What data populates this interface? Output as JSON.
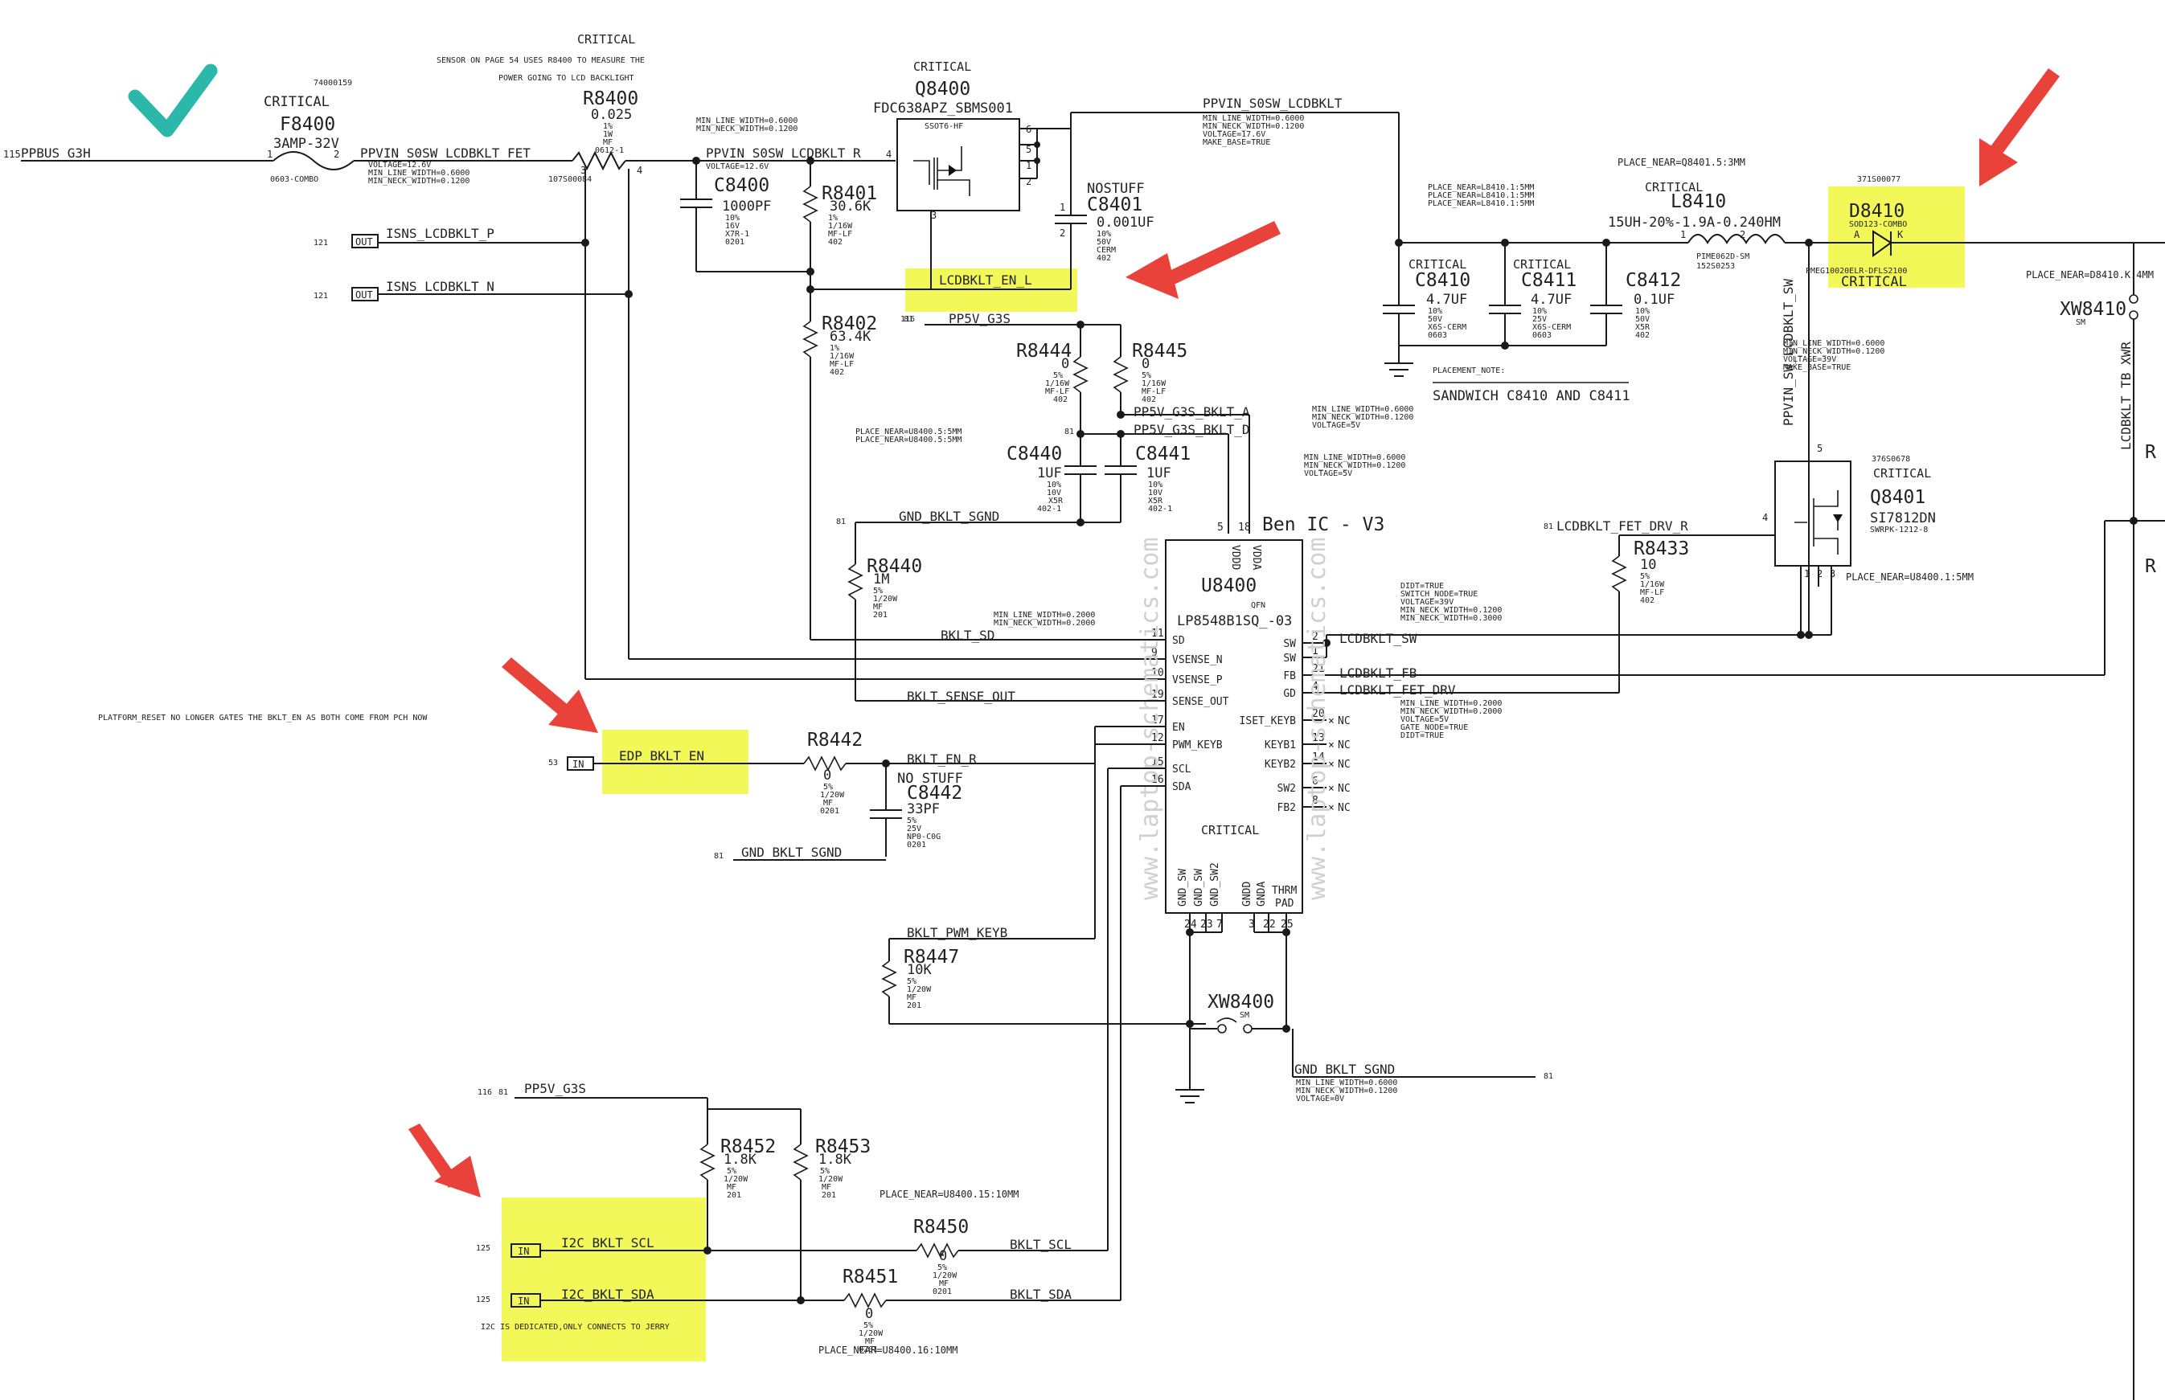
{
  "title": "Ben IC - V3",
  "notes": {
    "critical_top": "CRITICAL",
    "sensor_note_1": "SENSOR ON PAGE 54 USES R8400 TO MEASURE THE",
    "sensor_note_2": "POWER GOING TO LCD BACKLIGHT",
    "platform_reset": "PLATFORM_RESET NO LONGER GATES THE BKLT_EN AS BOTH COME FROM PCH NOW",
    "placement_note": "PLACEMENT_NOTE:",
    "sandwich": "SANDWICH C8410 AND C8411",
    "i2c_note": "I2C IS DEDICATED,ONLY CONNECTS TO JERRY",
    "watermark": "www.laptop-schematics.com"
  },
  "nets": {
    "ppbus": "PPBUS_G3H",
    "ppvin_fet": "PPVIN_S0SW_LCDBKLT_FET",
    "ppvin_r": "PPVIN_S0SW_LCDBKLT_R",
    "ppvin": "PPVIN_S0SW_LCDBKLT",
    "isns_p": "ISNS_LCDBKLT_P",
    "isns_n": "ISNS_LCDBKLT_N",
    "lcdbklt_en_l": "LCDBKLT_EN_L",
    "pp5v_g3s": "PP5V_G3S",
    "pp5v_a": "PP5V_G3S_BKLT_A",
    "pp5v_d": "PP5V_G3S_BKLT_D",
    "gnd_sgnd": "GND_BKLT_SGND",
    "bklt_sd": "BKLT_SD",
    "bklt_sense_out": "BKLT_SENSE_OUT",
    "edp_bklt_en": "EDP_BKLT_EN",
    "bklt_en_r": "BKLT_EN_R",
    "bklt_pwm_keyb": "BKLT_PWM_KEYB",
    "i2c_scl": "I2C_BKLT_SCL",
    "i2c_sda": "I2C_BKLT_SDA",
    "bklt_scl": "BKLT_SCL",
    "bklt_sda": "BKLT_SDA",
    "lcdbklt_sw": "LCDBKLT_SW",
    "lcdbklt_fb": "LCDBKLT_FB",
    "lcdbklt_fet_drv": "LCDBKLT_FET_DRV",
    "lcdbklt_fet_drv_r": "LCDBKLT_FET_DRV_R",
    "ppvin_sw": "PPVIN_SW_LCDBKLT_SW",
    "lcdbklt_tb_xwr": "LCDBKLT_TB_XWR",
    "pp_in": "IN",
    "pp_out": "OUT"
  },
  "constraints": {
    "v12_6": "VOLTAGE=12.6V",
    "min_line_06": "MIN_LINE_WIDTH=0.6000",
    "min_neck_012": "MIN_NECK_WIDTH=0.1200",
    "v17_6": "VOLTAGE=17.6V",
    "make_base": "MAKE_BASE=TRUE",
    "min_line_02": "MIN_LINE_WIDTH=0.2000",
    "min_neck_02": "MIN_NECK_WIDTH=0.2000",
    "v5": "VOLTAGE=5V",
    "v0": "VOLTAGE=0V",
    "v39": "VOLTAGE=39V",
    "didt": "DIDT=TRUE",
    "switch_node": "SWITCH_NODE=TRUE",
    "gate_node": "GATE_NODE=TRUE",
    "min_neck_03": "MIN_NECK_WIDTH=0.3000",
    "place_c8401": "PLACE_NEAR=Q8401.5:3MM",
    "place_l8410a": "PLACE_NEAR=L8410.1:5MM",
    "place_l8410b": "PLACE_NEAR=L8410.1:5MM",
    "place_l8410c": "PLACE_NEAR=L8410.1:5MM",
    "place_u8400_5": "PLACE_NEAR=U8400.5:5MM",
    "place_u8400_5b": "PLACE_NEAR=U8400.5:5MM",
    "place_u8400_1": "PLACE_NEAR=U8400.1:5MM",
    "place_u8400_15": "PLACE_NEAR=U8400.15:10MM",
    "place_u8400_16": "PLACE_NEAR=U8400.16:10MM",
    "place_d8410": "PLACE_NEAR=D8410.K:4MM"
  },
  "components": {
    "f8400": {
      "ref": "F8400",
      "crit": "CRITICAL",
      "val": "3AMP-32V",
      "pn": "74000159",
      "pkg": "0603-COMBO"
    },
    "r8400": {
      "ref": "R8400",
      "val": "0.025",
      "d1": "1%",
      "d2": "1W",
      "d3": "MF",
      "d4": "0612-1",
      "pn": "107S00084"
    },
    "q8400": {
      "ref": "Q8400",
      "crit": "CRITICAL",
      "val": "FDC638APZ_SBMS001",
      "pkg": "SSOT6-HF"
    },
    "c8400": {
      "ref": "C8400",
      "val": "1000PF",
      "d1": "10%",
      "d2": "16V",
      "d3": "X7R-1",
      "d4": "0201"
    },
    "r8401": {
      "ref": "R8401",
      "val": "30.6K",
      "d1": "1%",
      "d2": "1/16W",
      "d3": "MF-LF",
      "d4": "402"
    },
    "c8401": {
      "ref": "C8401",
      "ns": "NOSTUFF",
      "val": "0.001UF",
      "d1": "10%",
      "d2": "50V",
      "d3": "CERM",
      "d4": "402"
    },
    "r8402": {
      "ref": "R8402",
      "val": "63.4K",
      "d1": "1%",
      "d2": "1/16W",
      "d3": "MF-LF",
      "d4": "402"
    },
    "r8444": {
      "ref": "R8444",
      "val": "0",
      "d1": "5%",
      "d2": "1/16W",
      "d3": "MF-LF",
      "d4": "402"
    },
    "r8445": {
      "ref": "R8445",
      "val": "0",
      "d1": "5%",
      "d2": "1/16W",
      "d3": "MF-LF",
      "d4": "402"
    },
    "c8440": {
      "ref": "C8440",
      "val": "1UF",
      "d1": "10%",
      "d2": "10V",
      "d3": "X5R",
      "d4": "402-1"
    },
    "c8441": {
      "ref": "C8441",
      "val": "1UF",
      "d1": "10%",
      "d2": "10V",
      "d3": "X5R",
      "d4": "402-1"
    },
    "r8440": {
      "ref": "R8440",
      "val": "1M",
      "d1": "5%",
      "d2": "1/20W",
      "d3": "MF",
      "d4": "201"
    },
    "r8442": {
      "ref": "R8442",
      "val": "0",
      "d1": "5%",
      "d2": "1/20W",
      "d3": "MF",
      "d4": "0201"
    },
    "c8442": {
      "ref": "C8442",
      "ns": "NO STUFF",
      "val": "33PF",
      "d1": "5%",
      "d2": "25V",
      "d3": "NP0-C0G",
      "d4": "0201"
    },
    "r8447": {
      "ref": "R8447",
      "val": "10K",
      "d1": "5%",
      "d2": "1/20W",
      "d3": "MF",
      "d4": "201"
    },
    "xw8400": {
      "ref": "XW8400",
      "pkg": "SM"
    },
    "r8452": {
      "ref": "R8452",
      "val": "1.8K",
      "d1": "5%",
      "d2": "1/20W",
      "d3": "MF",
      "d4": "201"
    },
    "r8453": {
      "ref": "R8453",
      "val": "1.8K",
      "d1": "5%",
      "d2": "1/20W",
      "d3": "MF",
      "d4": "201"
    },
    "r8450": {
      "ref": "R8450",
      "val": "0",
      "d1": "5%",
      "d2": "1/20W",
      "d3": "MF",
      "d4": "0201"
    },
    "r8451": {
      "ref": "R8451",
      "val": "0",
      "d1": "5%",
      "d2": "1/20W",
      "d3": "MF",
      "d4": "0201"
    },
    "u8400": {
      "ref": "U8400",
      "val": "LP8548B1SQ_-03",
      "pkg": "QFN",
      "crit": "CRITICAL"
    },
    "c8410": {
      "ref": "C8410",
      "crit": "CRITICAL",
      "val": "4.7UF",
      "d1": "10%",
      "d2": "50V",
      "d3": "X6S-CERM",
      "d4": "0603"
    },
    "c8411": {
      "ref": "C8411",
      "crit": "CRITICAL",
      "val": "4.7UF",
      "d1": "10%",
      "d2": "25V",
      "d3": "X6S-CERM",
      "d4": "0603"
    },
    "c8412": {
      "ref": "C8412",
      "val": "0.1UF",
      "d1": "10%",
      "d2": "50V",
      "d3": "X5R",
      "d4": "402"
    },
    "l8410": {
      "ref": "L8410",
      "crit": "CRITICAL",
      "val": "15UH-20%-1.9A-0.240HM",
      "pkg": "PIME062D-SM",
      "pn": "152S0253"
    },
    "d8410": {
      "ref": "D8410",
      "crit": "CRITICAL",
      "val": "PMEG10020ELR-DFLS2100",
      "pkg": "SOD123-COMBO",
      "pn": "371S00077"
    },
    "r8433": {
      "ref": "R8433",
      "val": "10",
      "d1": "5%",
      "d2": "1/16W",
      "d3": "MF-LF",
      "d4": "402"
    },
    "q8401": {
      "ref": "Q8401",
      "crit": "CRITICAL",
      "val": "SI7812DN",
      "pkg": "SWRPK-1212-8",
      "pn": "376S0678"
    },
    "xw8410": {
      "ref": "XW8410",
      "pkg": "SM"
    }
  },
  "u8400_pins_left": [
    {
      "num": "11",
      "name": "SD"
    },
    {
      "num": "9",
      "name": "VSENSE_N"
    },
    {
      "num": "10",
      "name": "VSENSE_P"
    },
    {
      "num": "19",
      "name": "SENSE_OUT"
    },
    {
      "num": "17",
      "name": "EN"
    },
    {
      "num": "12",
      "name": "PWM_KEYB"
    },
    {
      "num": "15",
      "name": "SCL"
    },
    {
      "num": "16",
      "name": "SDA"
    }
  ],
  "u8400_pins_right": [
    {
      "num": "2",
      "name": "SW"
    },
    {
      "num": "1",
      "name": "SW"
    },
    {
      "num": "21",
      "name": "FB"
    },
    {
      "num": "4",
      "name": "GD"
    },
    {
      "num": "20",
      "name": "ISET_KEYB"
    },
    {
      "num": "13",
      "name": "KEYB1"
    },
    {
      "num": "14",
      "name": "KEYB2"
    },
    {
      "num": "6",
      "name": "SW2"
    },
    {
      "num": "8",
      "name": "FB2"
    }
  ],
  "u8400_pins_top": [
    {
      "num": "5",
      "name": "VDDD"
    },
    {
      "num": "18",
      "name": "VDDA"
    }
  ],
  "u8400_pins_bottom": [
    {
      "num": "24",
      "name": "GND_SW"
    },
    {
      "num": "23",
      "name": "GND_SW"
    },
    {
      "num": "7",
      "name": "GND_SW2"
    },
    {
      "num": "3",
      "name": "GNDD"
    },
    {
      "num": "22",
      "name": "GNDA"
    },
    {
      "num": "25",
      "name": "THRM PAD"
    }
  ],
  "nc_label": "NC",
  "colors": {
    "highlight": "#f1f73c",
    "arrow": "#e8423a",
    "check": "#2bb8a8"
  }
}
